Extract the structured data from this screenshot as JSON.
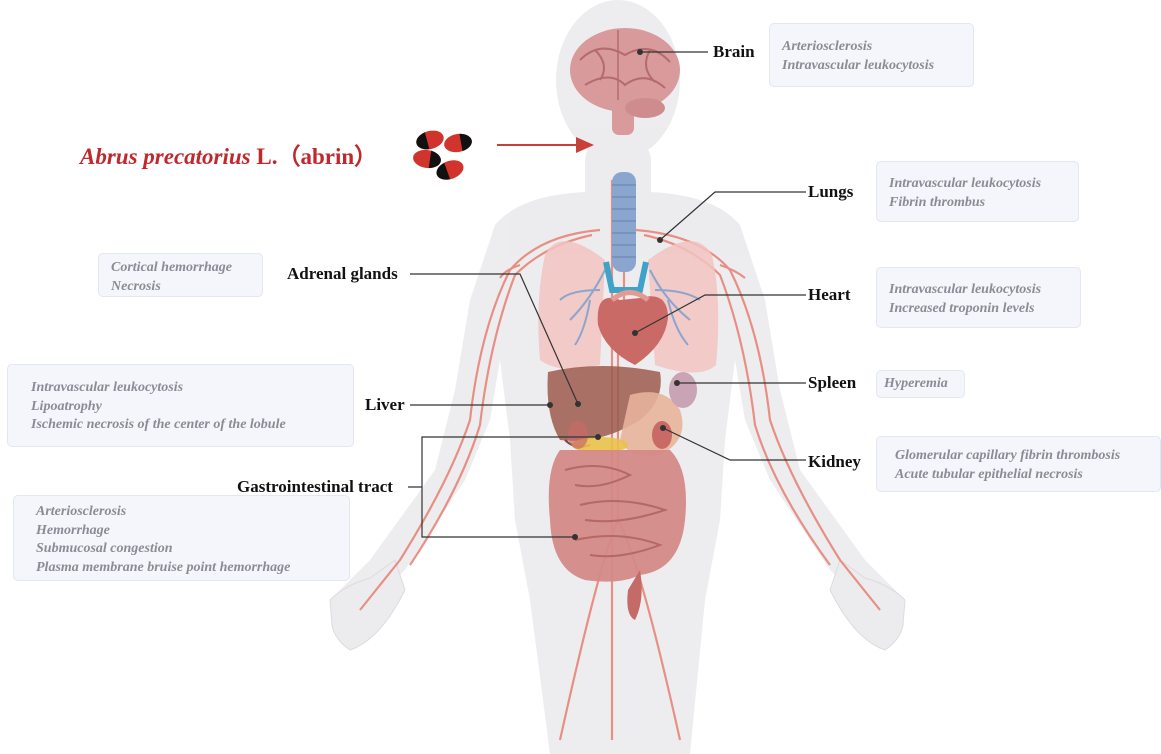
{
  "title": {
    "species": "Abrus precatorius",
    "rest": " L.（abrin）"
  },
  "colors": {
    "title": "#c0282d",
    "body_silhouette": "#e6e6e8",
    "vessel": "#e8857a",
    "organ_red": "#c96a66",
    "lung_pink": "#f2c3bf",
    "trachea_blue": "#8aa6cf",
    "note_bg": "#f5f6fc",
    "note_text": "#8a8b94",
    "arrow": "#c8403a"
  },
  "organs": {
    "brain": "Brain",
    "lungs": "Lungs",
    "heart": "Heart",
    "spleen": "Spleen",
    "kidney": "Kidney",
    "adrenal": "Adrenal glands",
    "liver": "Liver",
    "gi": "Gastrointestinal tract"
  },
  "findings": {
    "brain": [
      "Arteriosclerosis",
      "Intravascular leukocytosis"
    ],
    "lungs": [
      "Intravascular leukocytosis",
      "Fibrin thrombus"
    ],
    "heart": [
      "Intravascular leukocytosis",
      "Increased troponin levels"
    ],
    "spleen": [
      "Hyperemia"
    ],
    "kidney": [
      "Glomerular capillary fibrin thrombosis",
      "Acute tubular epithelial necrosis"
    ],
    "adrenal": [
      "Cortical hemorrhage",
      "Necrosis"
    ],
    "liver": [
      "Intravascular leukocytosis",
      "Lipoatrophy",
      "Ischemic necrosis of the center of the lobule"
    ],
    "gi": [
      "Arteriosclerosis",
      "Hemorrhage",
      "Submucosal congestion",
      "Plasma membrane bruise point hemorrhage"
    ]
  },
  "icons": [
    "abrus-seed-icon",
    "brain-icon",
    "lung-icon",
    "heart-icon",
    "liver-icon",
    "spleen-icon",
    "kidney-icon",
    "intestine-icon",
    "trachea-icon"
  ]
}
